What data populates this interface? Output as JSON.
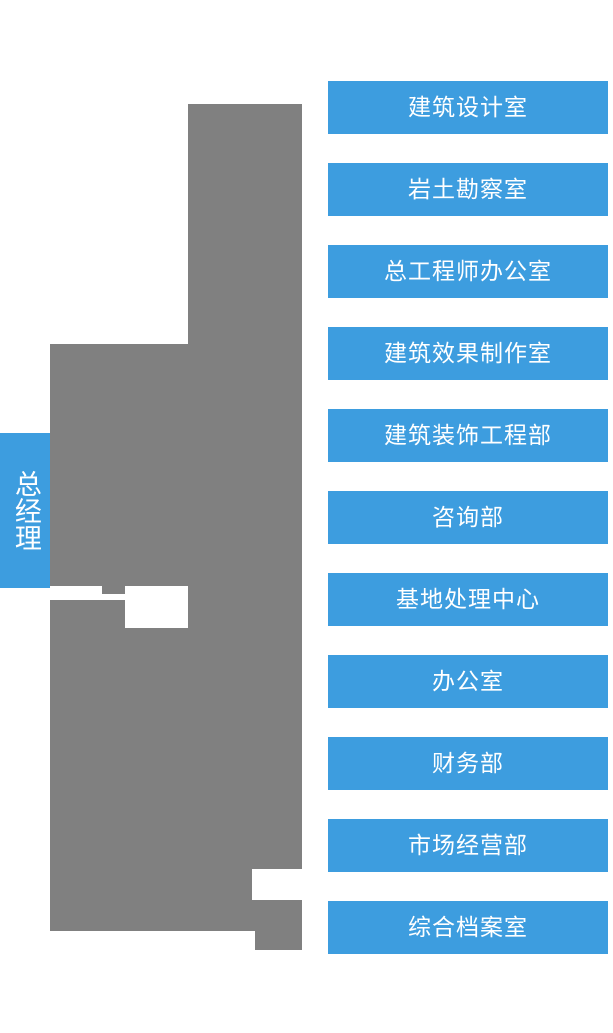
{
  "diagram": {
    "type": "organizational-chart",
    "orientation": "horizontal-tree",
    "colors": {
      "node_fill": "#3d9ddf",
      "node_text": "#ffffff",
      "connector": "#808080",
      "background": "#ffffff"
    },
    "root": {
      "label": "总经理"
    },
    "departments": [
      {
        "label": "建筑设计室"
      },
      {
        "label": "岩土勘察室"
      },
      {
        "label": "总工程师办公室"
      },
      {
        "label": "建筑效果制作室"
      },
      {
        "label": "建筑装饰工程部"
      },
      {
        "label": "咨询部"
      },
      {
        "label": "基地处理中心"
      },
      {
        "label": "办公室"
      },
      {
        "label": "财务部"
      },
      {
        "label": "市场经营部"
      },
      {
        "label": "综合档案室"
      }
    ]
  }
}
